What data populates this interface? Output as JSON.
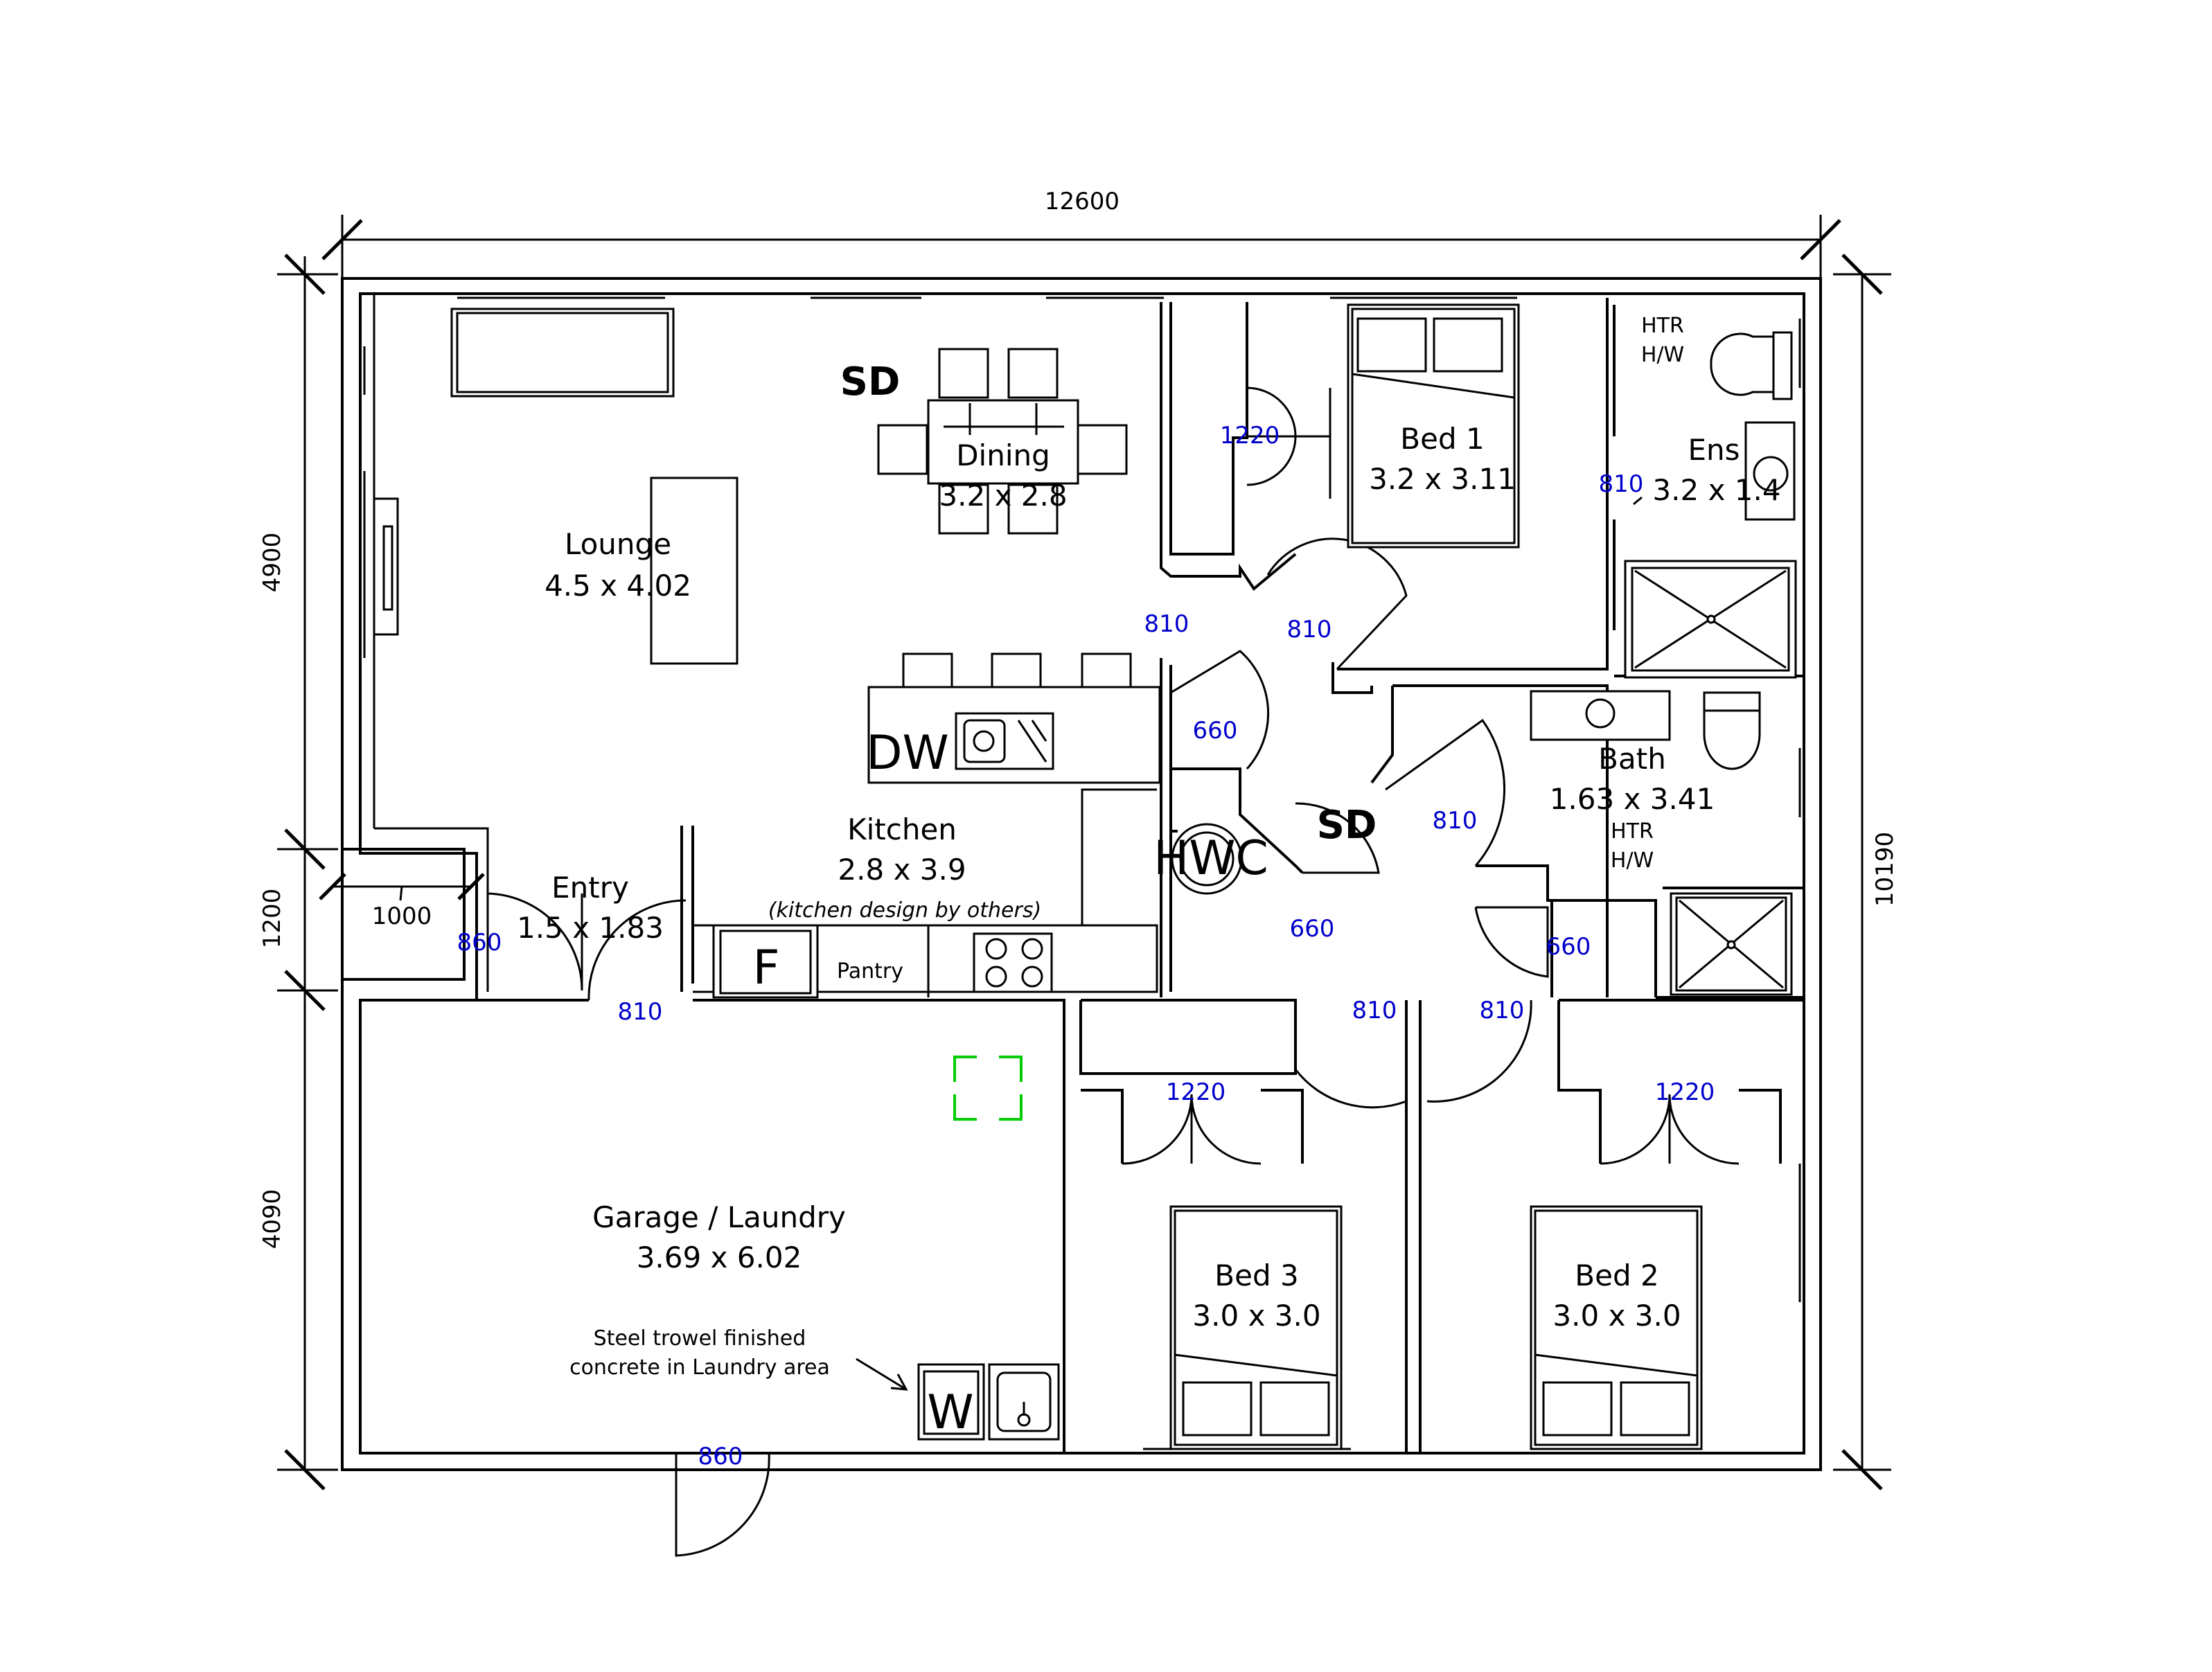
{
  "plan": {
    "overall_width": "12600",
    "overall_depth": "10190",
    "dim_upper_left": "4900",
    "dim_mid_left": "1200",
    "dim_lower_left": "4090",
    "dim_entry": "1000"
  },
  "rooms": {
    "lounge": {
      "name": "Lounge",
      "size": "4.5 x 4.02"
    },
    "dining": {
      "name": "Dining",
      "size": "3.2 x 2.8"
    },
    "kitchen": {
      "name": "Kitchen",
      "size": "2.8 x 3.9",
      "note": "(kitchen design by others)"
    },
    "entry": {
      "name": "Entry",
      "size": "1.5 x 1.83"
    },
    "garage": {
      "name": "Garage / Laundry",
      "size": "3.69 x 6.02"
    },
    "bed1": {
      "name": "Bed 1",
      "size": "3.2 x 3.11"
    },
    "ens": {
      "name": "Ens",
      "size": "3.2 x 1.4"
    },
    "bath": {
      "name": "Bath",
      "size": "1.63 x 3.41"
    },
    "bed2": {
      "name": "Bed 2",
      "size": "3.0 x 3.0"
    },
    "bed3": {
      "name": "Bed 3",
      "size": "3.0 x 3.0"
    }
  },
  "labels": {
    "sd_dining": "SD",
    "sd_hall": "SD",
    "hwc": "HWC",
    "dw": "DW",
    "fridge": "F",
    "pantry": "Pantry",
    "washer": "W",
    "htr_ens_1": "HTR",
    "htr_ens_2": "H/W",
    "htr_bath_1": "HTR",
    "htr_bath_2": "H/W",
    "laundry_note_1": "Steel trowel finished",
    "laundry_note_2": "concrete in Laundry area"
  },
  "doors": {
    "wardrobe_bed1": "1220",
    "ens": "810",
    "hall_top": "810",
    "bed1": "810",
    "kitchen_side": "660",
    "bath": "810",
    "hwc": "660",
    "linen": "660",
    "entry_front": "860",
    "entry_inner": "810",
    "bed3": "810",
    "bed2": "810",
    "wardrobe_bed3": "1220",
    "wardrobe_bed2": "1220",
    "garage": "860"
  },
  "colors": {
    "door_label": "#0000cc",
    "smoke_marker": "#00cc00",
    "line": "#000000"
  }
}
